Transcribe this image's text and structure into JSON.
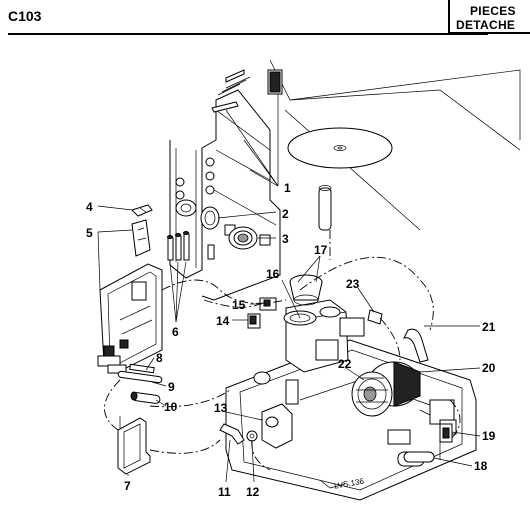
{
  "header": {
    "section_code": "C103",
    "title_line1": "PIECES",
    "title_line2": "DETACHE"
  },
  "diagram": {
    "reference": "LVS.136",
    "callouts": [
      "1",
      "2",
      "3",
      "4",
      "5",
      "6",
      "7",
      "8",
      "9",
      "10",
      "11",
      "12",
      "13",
      "14",
      "15",
      "16",
      "17",
      "18",
      "19",
      "20",
      "21",
      "22",
      "23"
    ]
  }
}
